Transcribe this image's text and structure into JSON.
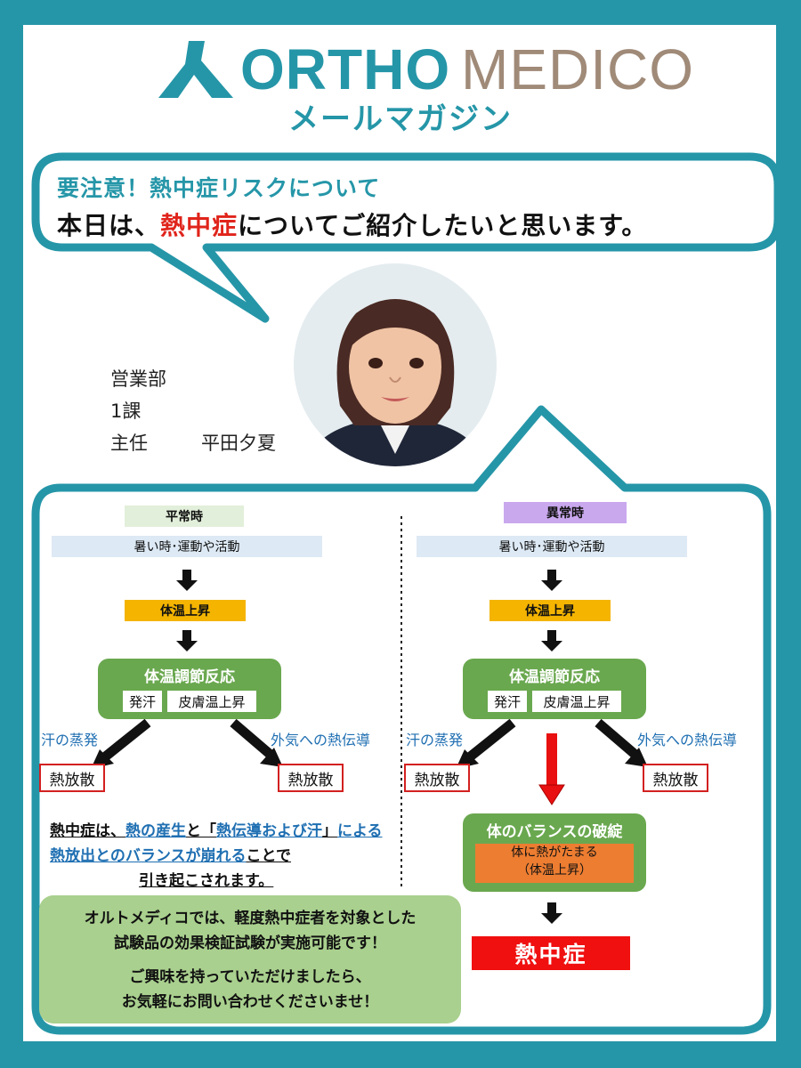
{
  "header": {
    "logo_ortho": "ORTHO",
    "logo_medico": "MEDICO",
    "magazine": "メールマガジン"
  },
  "bubble": {
    "line1": "要注意！熱中症リスクについて",
    "line2_pre": "本日は、",
    "line2_red": "熱中症",
    "line2_post": "についてご紹介したいと思います。"
  },
  "staff": {
    "dept": "営業部",
    "section": "1課",
    "title": "主任",
    "name": "平田夕夏"
  },
  "left_flow": {
    "header": "平常時",
    "activity": "暑い時･運動や活動",
    "temp_rise": "体温上昇",
    "regulation": "体温調節反応",
    "sweat": "発汗",
    "skin": "皮膚温上昇",
    "evap_label": "汗の蒸発",
    "conduct_label": "外気への熱伝導",
    "release_left": "熱放散",
    "release_right": "熱放散"
  },
  "right_flow": {
    "header": "異常時",
    "activity": "暑い時･運動や活動",
    "temp_rise": "体温上昇",
    "regulation": "体温調節反応",
    "sweat": "発汗",
    "skin": "皮膚温上昇",
    "evap_label": "汗の蒸発",
    "conduct_label": "外気への熱伝導",
    "release_left": "熱放散",
    "release_right": "熱放散",
    "breakdown": "体のバランスの破綻",
    "heat_accum1": "体に熱がたまる",
    "heat_accum2": "（体温上昇）",
    "heatstroke": "熱中症"
  },
  "explanation": {
    "p1": "熱中症は、",
    "p2": "熱の産生",
    "p3": "と「",
    "p4": "熱伝導および汗",
    "p5": "」",
    "p6": "による熱放出とのバランス",
    "p7": "が崩れる",
    "p8": "ことで",
    "p9": "引き起こされます。"
  },
  "cta": {
    "line1": "オルトメディコでは、軽度熱中症者を対象とした",
    "line2": "試験品の効果検証試験が実施可能です！",
    "line3": "ご興味を持っていただけましたら、",
    "line4": "お気軽にお問い合わせくださいませ！"
  },
  "colors": {
    "teal": "#2596a8",
    "brown": "#a08a78",
    "green": "#6aa84f",
    "orange_label": "#f4b400",
    "red": "#e0241b"
  }
}
